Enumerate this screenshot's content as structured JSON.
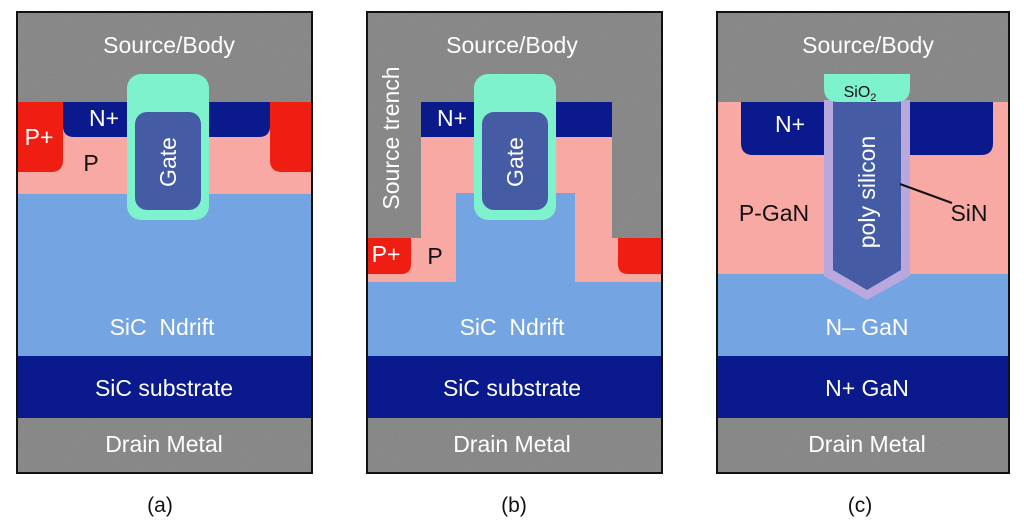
{
  "colors": {
    "metal": "#8e8e8e",
    "p_plus": "#f01e12",
    "p_body": "#f9a9a4",
    "n_plus": "#0a1a8c",
    "n_drift": "#74a4e2",
    "substrate": "#0a1a8c",
    "gate_oxide": "#7df2cc",
    "gate_poly": "#4a62b0",
    "sin_liner": "#b9a8de",
    "frame": "#111111"
  },
  "panels": {
    "a": {
      "caption": "(a)",
      "source_label": "Source/Body",
      "n_plus_label": "N+",
      "p_plus_label": "P+",
      "p_label": "P",
      "gate_label": "Gate",
      "drift_label": "SiC  Ndrift",
      "substrate_label": "SiC substrate",
      "drain_label": "Drain Metal"
    },
    "b": {
      "caption": "(b)",
      "source_label": "Source/Body",
      "trench_label": "Source trench",
      "n_plus_label": "N+",
      "p_plus_label": "P+",
      "p_label": "P",
      "gate_label": "Gate",
      "drift_label": "SiC  Ndrift",
      "substrate_label": "SiC substrate",
      "drain_label": "Drain Metal"
    },
    "c": {
      "caption": "(c)",
      "source_label": "Source/Body",
      "oxide_label": "SiO",
      "oxide_subscript": "2",
      "n_plus_label": "N+",
      "p_label": "P-GaN",
      "poly_label": "poly silicon",
      "sin_label": "SiN",
      "drift_label": "N– GaN",
      "substrate_label": "N+ GaN",
      "drain_label": "Drain Metal"
    }
  }
}
